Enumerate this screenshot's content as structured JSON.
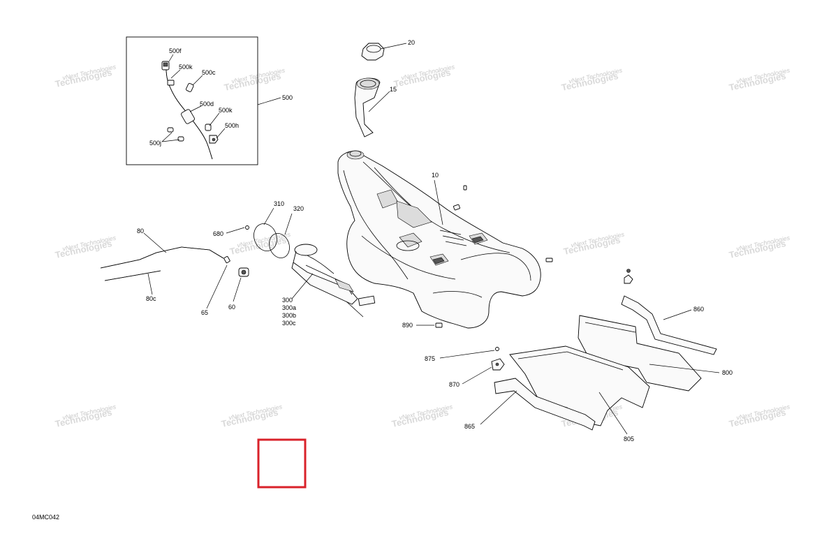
{
  "diagram_code": "04MC042",
  "watermark": {
    "line1": "vNext Technologies",
    "line2": "Technologies"
  },
  "callouts": {
    "c500f": "500f",
    "c500k_a": "500k",
    "c500c": "500c",
    "c500": "500",
    "c500d": "500d",
    "c500k_b": "500k",
    "c500h": "500h",
    "c500j": "500j",
    "c20": "20",
    "c15": "15",
    "c10": "10",
    "c310": "310",
    "c320": "320",
    "c680": "680",
    "c80": "80",
    "c80c": "80c",
    "c65": "65",
    "c60": "60",
    "c300": "300",
    "c300a": "300a",
    "c300b": "300b",
    "c300c": "300c",
    "c890": "890",
    "c860": "860",
    "c875": "875",
    "c870": "870",
    "c800": "800",
    "c865": "865",
    "c805": "805"
  },
  "colors": {
    "line": "#000000",
    "watermark": "#c9c9c9",
    "highlight_box": "#d9222a"
  }
}
